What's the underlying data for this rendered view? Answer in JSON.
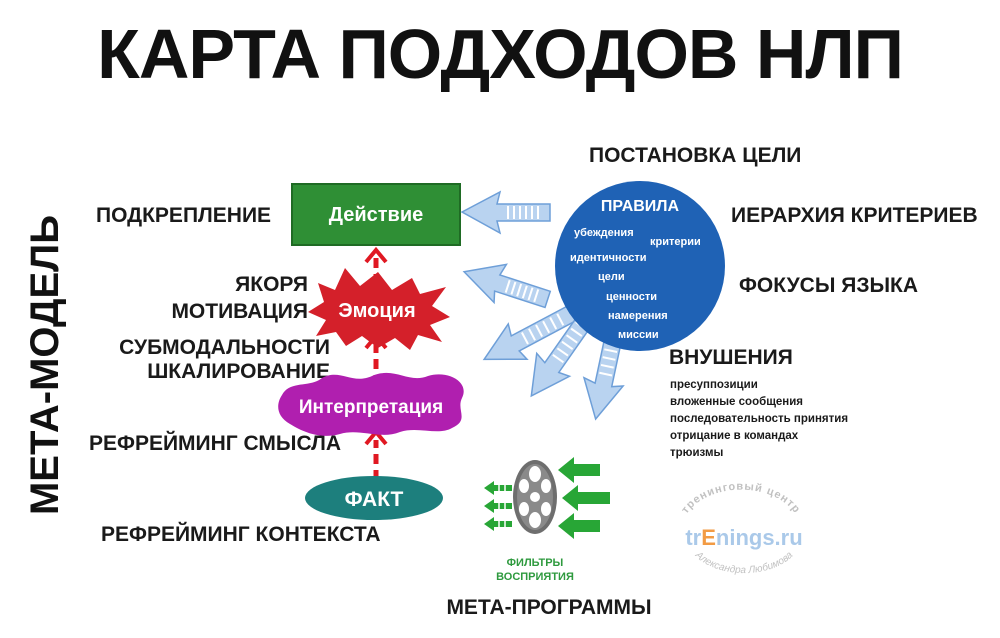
{
  "title": "КАРТА ПОДХОДОВ НЛП",
  "vertical_label": "МЕТА-МОДЕЛЬ",
  "left_labels": {
    "reinforcement": "ПОДКРЕПЛЕНИЕ",
    "anchors": "ЯКОРЯ",
    "motivation": "МОТИВАЦИЯ",
    "submodalities": "СУБМОДАЛЬНОСТИ",
    "scaling": "ШКАЛИРОВАНИЕ",
    "meaning_reframing": "РЕФРЕЙМИНГ СМЫСЛА",
    "context_reframing": "РЕФРЕЙМИНГ КОНТЕКСТА"
  },
  "chain": {
    "action": "Действие",
    "emotion": "Эмоция",
    "interpretation": "Интерпретация",
    "fact": "ФАКТ"
  },
  "rules_circle": {
    "title": "ПРАВИЛА",
    "items": [
      "убеждения",
      "критерии",
      "идентичности",
      "цели",
      "ценности",
      "намерения",
      "миссии"
    ]
  },
  "right_labels": {
    "goal_setting": "ПОСТАНОВКА ЦЕЛИ",
    "criteria_hierarchy": "ИЕРАРХИЯ КРИТЕРИЕВ",
    "language_focus": "ФОКУСЫ ЯЗЫКА",
    "suggestions": "ВНУШЕНИЯ"
  },
  "suggestion_items": [
    "пресуппозиции",
    "вложенные сообщения",
    "последовательность принятия",
    "отрицание в командах",
    "трюизмы"
  ],
  "filters": {
    "line1": "ФИЛЬТРЫ",
    "line2": "ВОСПРИЯТИЯ"
  },
  "meta_programs": "МЕТА-ПРОГРАММЫ",
  "logo": {
    "top": "тренинговый центр",
    "brand_left": "tr",
    "brand_e": "E",
    "brand_rest": "nings.ru",
    "bottom": "Александра Любимова"
  },
  "colors": {
    "action_green": "#2f8f35",
    "emotion_red": "#d4202a",
    "interpretation_purple": "#b01faf",
    "fact_teal": "#1d7f7d",
    "rules_blue": "#1f62b5",
    "arrow_blue": "#b9d3f0",
    "filter_green": "#28a636"
  }
}
